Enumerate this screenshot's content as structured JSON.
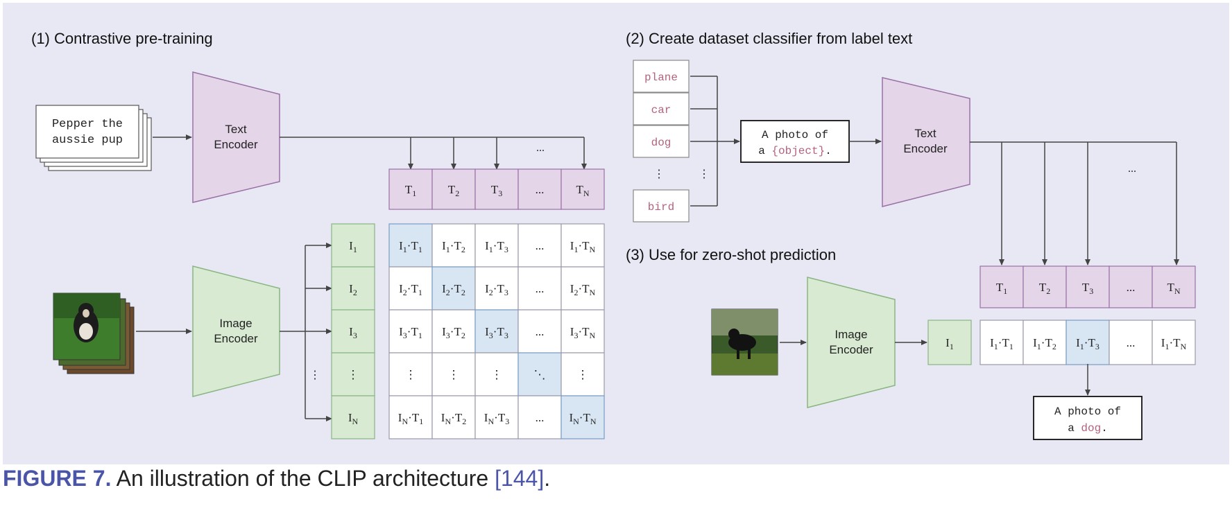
{
  "section1": {
    "title": "(1) Contrastive pre-training"
  },
  "section2": {
    "title": "(2) Create dataset classifier from label text"
  },
  "section3": {
    "title": "(3) Use for zero-shot prediction"
  },
  "text_input": {
    "line1": "Pepper the",
    "line2": "aussie pup"
  },
  "encoders": {
    "text": {
      "line1": "Text",
      "line2": "Encoder"
    },
    "image": {
      "line1": "Image",
      "line2": "Encoder"
    }
  },
  "matrix": {
    "text_tokens": [
      "T1",
      "T2",
      "T3",
      "...",
      "TN"
    ],
    "image_tokens": [
      "I1",
      "I2",
      "I3",
      "⋮",
      "IN"
    ],
    "cells": [
      [
        "I1·T1",
        "I1·T2",
        "I1·T3",
        "...",
        "I1·TN"
      ],
      [
        "I2·T1",
        "I2·T2",
        "I2·T3",
        "...",
        "I2·TN"
      ],
      [
        "I3·T1",
        "I3·T2",
        "I3·T3",
        "...",
        "I3·TN"
      ],
      [
        "⋮",
        "⋮",
        "⋮",
        "⋱",
        "⋮"
      ],
      [
        "IN·T1",
        "IN·T2",
        "IN·T3",
        "...",
        "IN·TN"
      ]
    ],
    "top_ellipsis": "...",
    "side_ellipsis": "⋮"
  },
  "labels": [
    "plane",
    "car",
    "dog",
    "⋮",
    "bird"
  ],
  "labels_ellipsis": "⋮",
  "template": {
    "prefix1": "A photo of",
    "prefix2": "a ",
    "placeholder": "{object}",
    "suffix": "."
  },
  "zeroshot": {
    "text_tokens": [
      "T1",
      "T2",
      "T3",
      "...",
      "TN"
    ],
    "image_token": "I1",
    "cells": [
      "I1·T1",
      "I1·T2",
      "I1·T3",
      "...",
      "I1·TN"
    ],
    "top_ellipsis": "..."
  },
  "prediction": {
    "line1": "A photo of",
    "line2_prefix": "a ",
    "label": "dog",
    "suffix": "."
  },
  "caption": {
    "figure": "FIGURE 7.",
    "text": " An illustration of the CLIP architecture ",
    "ref": "[144]",
    "end": "."
  },
  "colors": {
    "panel_bg": "#e8e8f4",
    "text_encoder": "#e4d5e8",
    "text_encoder_stroke": "#9a70a6",
    "image_encoder": "#d8ebd2",
    "image_encoder_stroke": "#88b582",
    "token_purple": "#e4d5e8",
    "token_green": "#d8ebd2",
    "diag_blue": "#d8e6f4",
    "label_pink": "#b5627a",
    "caption_accent": "#4a55a8"
  }
}
